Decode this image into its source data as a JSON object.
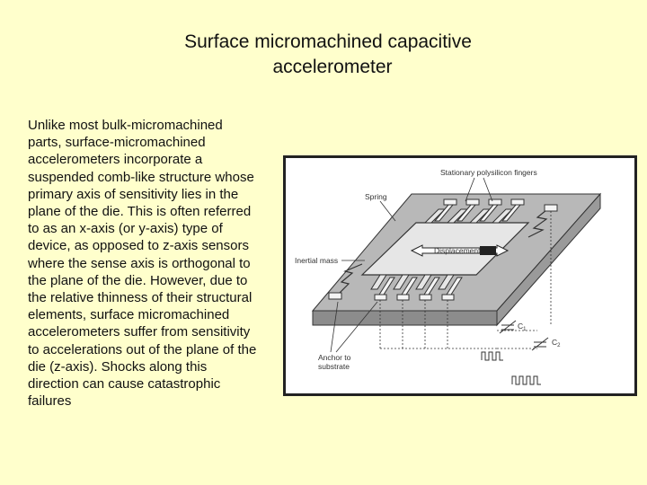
{
  "title": {
    "line1": "Surface micromachined capacitive",
    "line2": "accelerometer"
  },
  "body": {
    "paragraph": "Unlike most bulk-micromachined parts, surface-micromachined accelerometers incorporate a suspended comb-like structure whose primary axis of sensitivity lies in the plane of the die. This is often referred to as an x-axis (or y-axis) type of device, as opposed to z-axis sensors where the sense axis is orthogonal to the plane of the die. However, due to the relative thinness of their structural elements, surface micromachined accelerometers suffer from sensitivity to accelerations out of the plane of the die (z-axis). Shocks along this direction can cause catastrophic failures"
  },
  "figure": {
    "labels": {
      "stationary_fingers": "Stationary polysilicon fingers",
      "spring": "Spring",
      "inertial_mass": "Inertial mass",
      "displacement": "Displacement",
      "anchor_line1": "Anchor to",
      "anchor_line2": "substrate",
      "c1": "C",
      "c1_sub": "1",
      "c2": "C",
      "c2_sub": "2"
    },
    "colors": {
      "background": "#ffffcc",
      "substrate": "#b8b8b8",
      "substrate_side": "#8c8c8c",
      "structure": "#e6e6e6",
      "outline": "#333333"
    }
  }
}
